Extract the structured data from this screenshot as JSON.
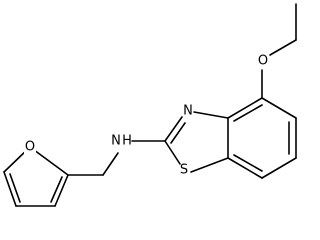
{
  "atoms": {
    "ring_oxygen": "O",
    "amine": "N",
    "amine_h": "H",
    "thiazole_nitrogen": "N",
    "sulfur": "S",
    "ether_oxygen": "O"
  },
  "colors": {
    "bond": "#000000",
    "background": "#ffffff"
  }
}
